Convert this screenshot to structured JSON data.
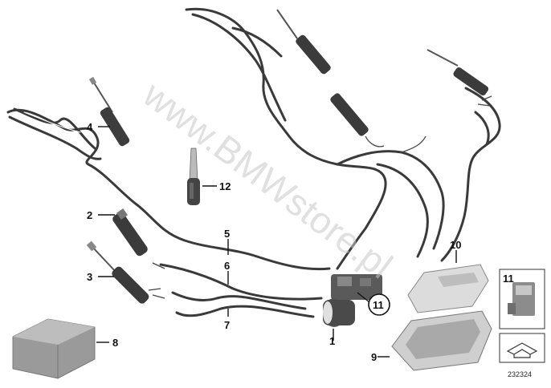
{
  "watermark": "www.BMWstore.pl",
  "reference_number": "232324",
  "callouts": {
    "c1": "1",
    "c2": "2",
    "c3": "3",
    "c4": "4",
    "c5": "5",
    "c6": "6",
    "c7": "7",
    "c8": "8",
    "c9": "9",
    "c10": "10",
    "c11_circle": "11",
    "c11_box": "11",
    "c12": "12"
  }
}
